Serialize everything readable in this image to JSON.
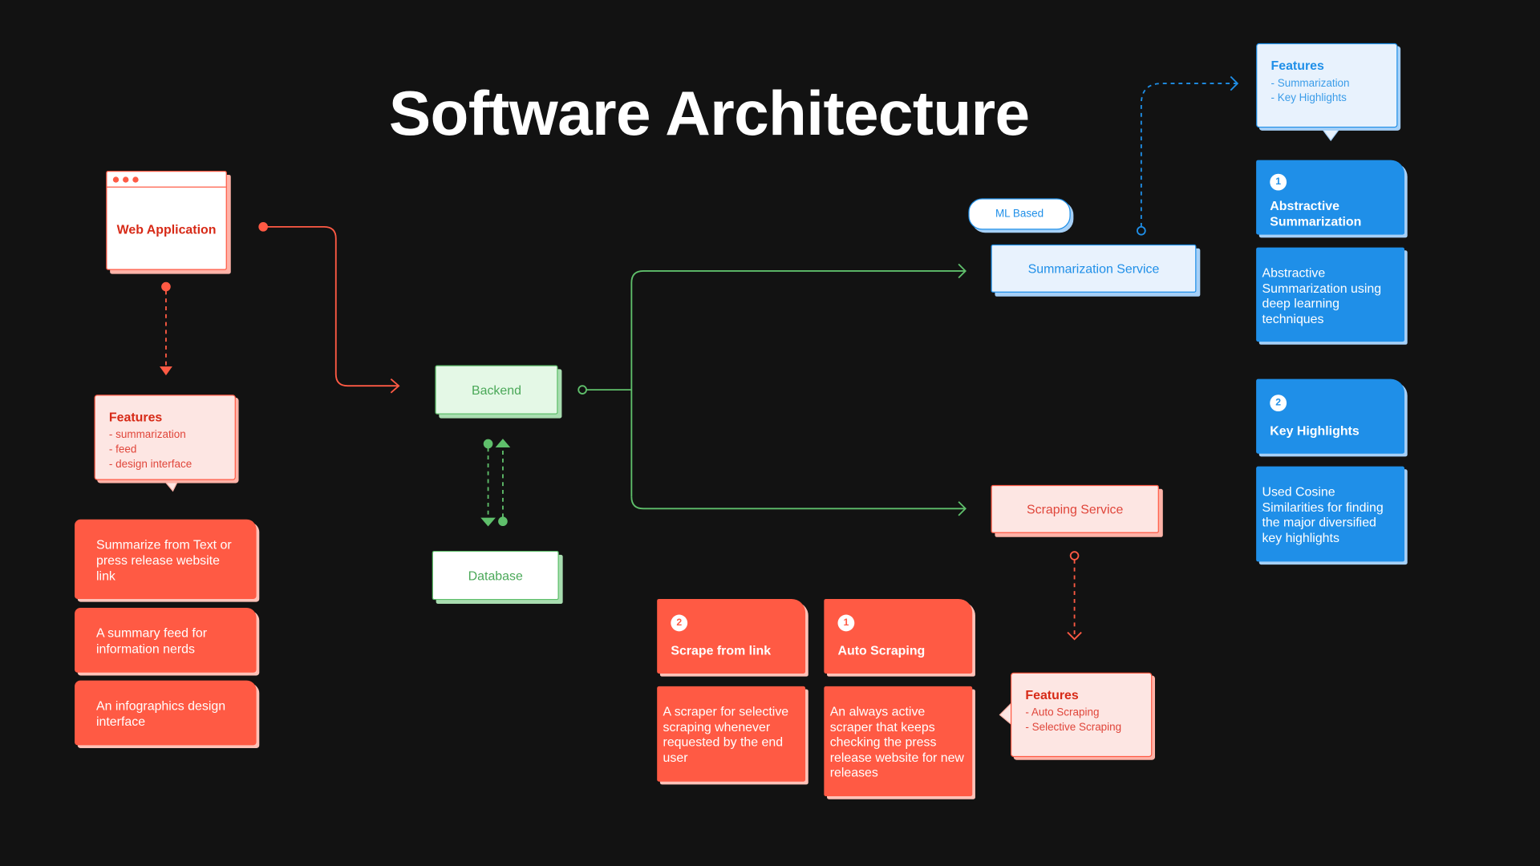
{
  "title": "Software Architecture",
  "web_app": {
    "label": "Web Application"
  },
  "web_features": {
    "heading": "Features",
    "items": [
      "- summarization",
      "- feed",
      "- design interface"
    ]
  },
  "web_cards": [
    "Summarize from Text or press release website link",
    "A summary feed for information nerds",
    "An infographics design interface"
  ],
  "backend": {
    "label": "Backend"
  },
  "database": {
    "label": "Database"
  },
  "ml_badge": {
    "label": "ML Based"
  },
  "summarization_service": {
    "label": "Summarization Service"
  },
  "scraping_service": {
    "label": "Scraping Service"
  },
  "summ_features": {
    "heading": "Features",
    "items": [
      "- Summarization",
      "- Key Highlights"
    ]
  },
  "summ_tabs": [
    {
      "number": "1",
      "label": "Abstractive Summarization",
      "description": "Abstractive Summarization using deep learning techniques"
    },
    {
      "number": "2",
      "label": "Key Highlights",
      "description": "Used Cosine Similarities for finding the major diversified key highlights"
    }
  ],
  "scrape_features": {
    "heading": "Features",
    "items": [
      "- Auto Scraping",
      "- Selective Scraping"
    ]
  },
  "scrape_tabs": [
    {
      "number": "2",
      "label": "Scrape from link",
      "description": "A scraper for selective scraping whenever requested by the end user"
    },
    {
      "number": "1",
      "label": "Auto Scraping",
      "description": "An always active scraper that keeps checking the press release website for new releases"
    }
  ],
  "colors": {
    "background": "#121212",
    "red": "#ff5a44",
    "green": "#5fbf6b",
    "blue": "#1f8fe8"
  }
}
